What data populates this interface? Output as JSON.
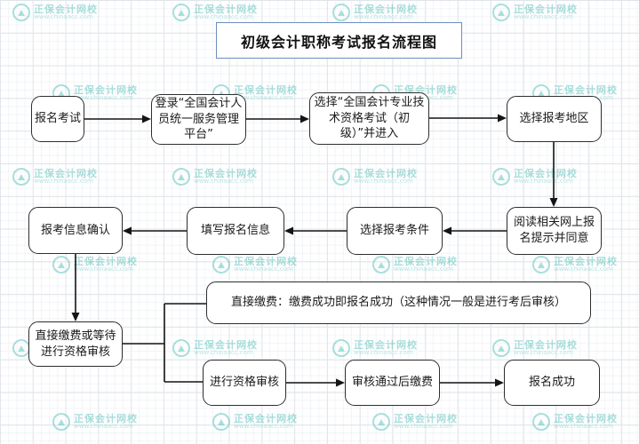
{
  "title": "初级会计职称考试报名流程图",
  "watermark": {
    "brand": "正保会计网校",
    "site": "www.chinaacc.com",
    "color": "#35b5ae"
  },
  "colors": {
    "box_border": "#2e2e2e",
    "title_border": "#6c8ebf",
    "arrow": "#141414"
  },
  "nodes": {
    "start": "报名考试",
    "login": "登录“全国会计人员统一服务管理平台”",
    "select_exam": "选择“全国会计专业技术资格考试（初级）”并进入",
    "select_region": "选择报考地区",
    "read_notice": "阅读相关网上报名提示并同意",
    "select_condition": "选择报考条件",
    "fill_info": "填写报名信息",
    "confirm_info": "报考信息确认",
    "pay_or_wait": "直接缴费或等待进行资格审核",
    "direct_pay": "直接缴费：缴费成功即报名成功（这种情况一般是进行考后审核）",
    "qualification_review": "进行资格审核",
    "pay_after_review": "审核通过后缴费",
    "success": "报名成功"
  }
}
